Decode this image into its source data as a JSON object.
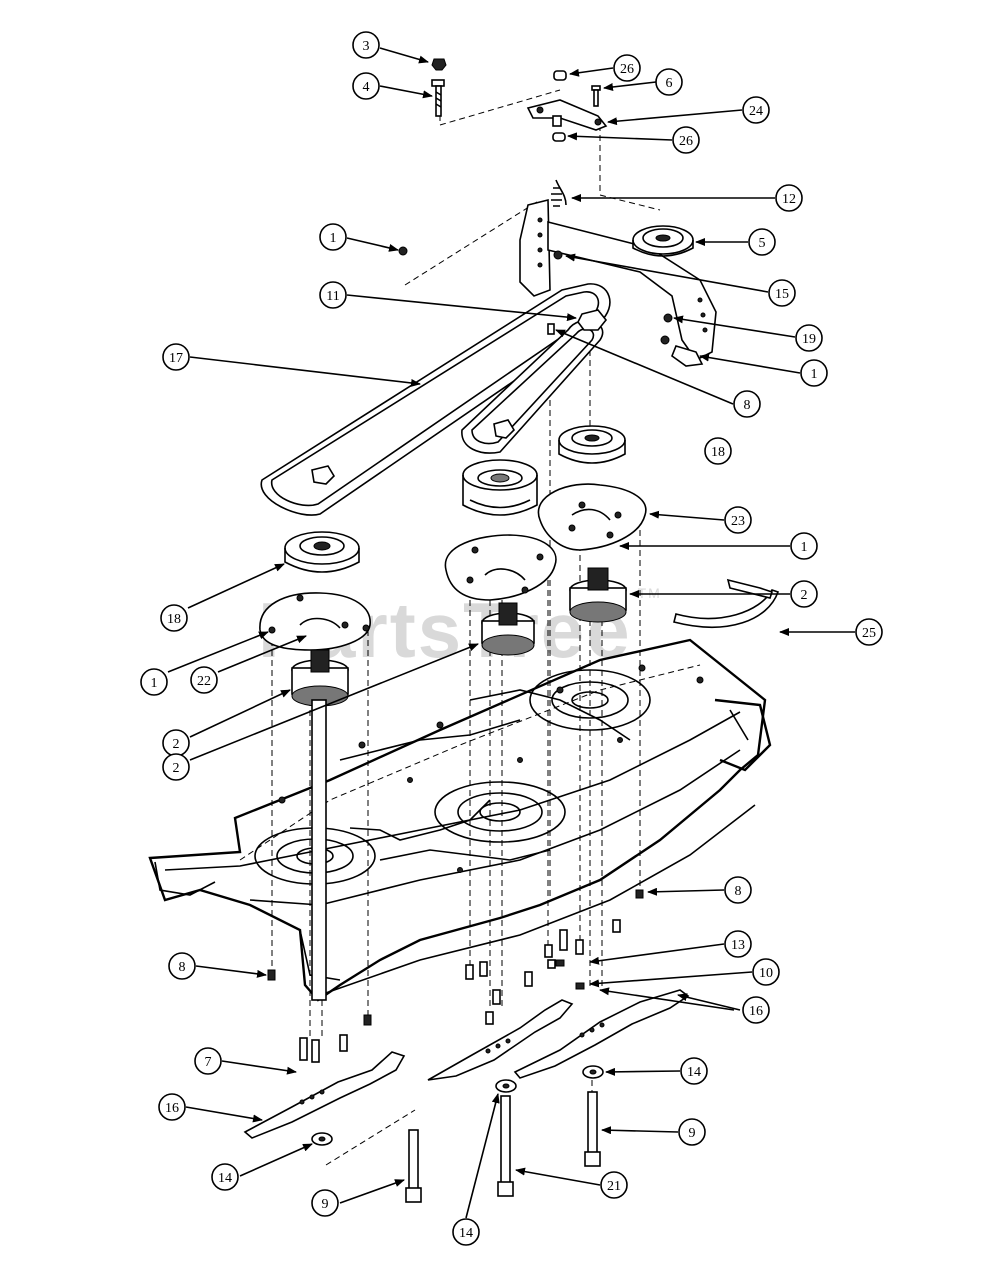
{
  "watermark": {
    "text": "PartsTree",
    "tm": "TM"
  },
  "callouts": [
    {
      "id": "c3",
      "label": "3"
    },
    {
      "id": "c4",
      "label": "4"
    },
    {
      "id": "c26a",
      "label": "26"
    },
    {
      "id": "c6",
      "label": "6"
    },
    {
      "id": "c24",
      "label": "24"
    },
    {
      "id": "c26b",
      "label": "26"
    },
    {
      "id": "c12",
      "label": "12"
    },
    {
      "id": "c1a",
      "label": "1"
    },
    {
      "id": "c5",
      "label": "5"
    },
    {
      "id": "c15",
      "label": "15"
    },
    {
      "id": "c11",
      "label": "11"
    },
    {
      "id": "c19",
      "label": "19"
    },
    {
      "id": "c17",
      "label": "17"
    },
    {
      "id": "c1b",
      "label": "1"
    },
    {
      "id": "c8a",
      "label": "8"
    },
    {
      "id": "c18a",
      "label": "18"
    },
    {
      "id": "c23",
      "label": "23"
    },
    {
      "id": "c1c",
      "label": "1"
    },
    {
      "id": "c2a",
      "label": "2"
    },
    {
      "id": "c18b",
      "label": "18"
    },
    {
      "id": "c25",
      "label": "25"
    },
    {
      "id": "c1d",
      "label": "1"
    },
    {
      "id": "c22",
      "label": "22"
    },
    {
      "id": "c2b",
      "label": "2"
    },
    {
      "id": "c2c",
      "label": "2"
    },
    {
      "id": "c8b",
      "label": "8"
    },
    {
      "id": "c8c",
      "label": "8"
    },
    {
      "id": "c13",
      "label": "13"
    },
    {
      "id": "c10",
      "label": "10"
    },
    {
      "id": "c16a",
      "label": "16"
    },
    {
      "id": "c7",
      "label": "7"
    },
    {
      "id": "c14a",
      "label": "14"
    },
    {
      "id": "c16b",
      "label": "16"
    },
    {
      "id": "c9a",
      "label": "9"
    },
    {
      "id": "c14b",
      "label": "14"
    },
    {
      "id": "c21",
      "label": "21"
    },
    {
      "id": "c9b",
      "label": "9"
    },
    {
      "id": "c14c",
      "label": "14"
    }
  ]
}
